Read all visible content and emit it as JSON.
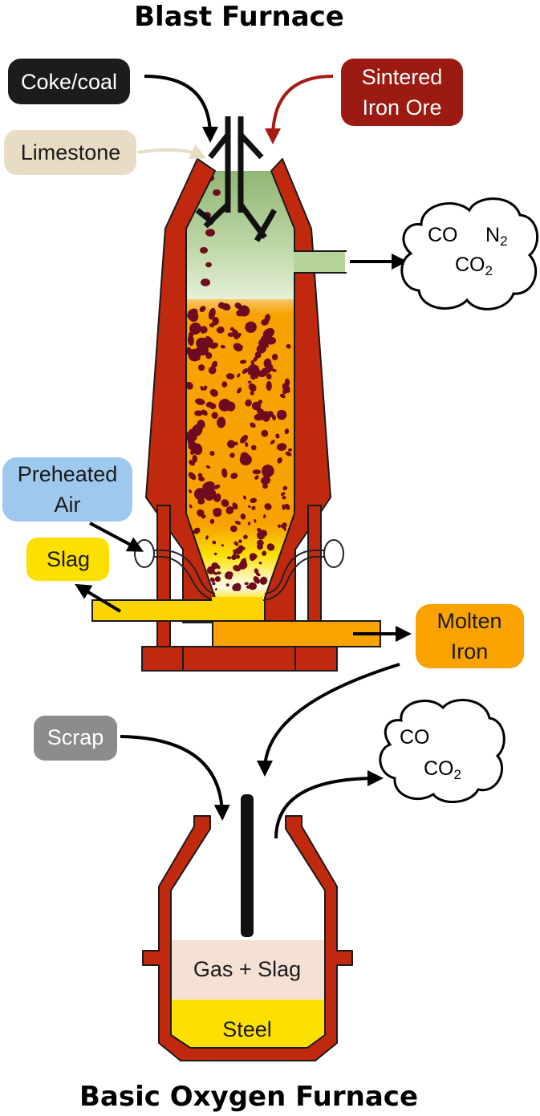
{
  "titles": {
    "top": "Blast Furnace",
    "bottom": "Basic Oxygen Furnace"
  },
  "inputs": {
    "coke": "Coke/coal",
    "ore_line1": "Sintered",
    "ore_line2": "Iron Ore",
    "limestone": "Limestone",
    "air_line1": "Preheated",
    "air_line2": "Air",
    "scrap": "Scrap"
  },
  "outputs": {
    "slag": "Slag",
    "iron_line1": "Molten",
    "iron_line2": "Iron"
  },
  "gases_top": {
    "co": "CO",
    "n2_base": "N",
    "n2_sub": "2",
    "co2_base": "CO",
    "co2_sub": "2"
  },
  "gases_bottom": {
    "co": "CO",
    "co2_base": "CO",
    "co2_sub": "2"
  },
  "bof": {
    "gas_slag": "Gas + Slag",
    "steel": "Steel"
  },
  "colors": {
    "furnace_wall": "#c1290f",
    "coke_box": "#1c1c1c",
    "ore_box": "#9b1a12",
    "limestone_box": "#e8dcc4",
    "air_box": "#9fc8ef",
    "slag_box": "#fce000",
    "iron_box": "#f9a200",
    "scrap_box": "#8c8c8c",
    "gas_zone": "#a8c98b",
    "burden": "#f7a200",
    "pellet": "#6e0b1e",
    "steel": "#fce000",
    "gas_slag": "#f4e1d4"
  }
}
